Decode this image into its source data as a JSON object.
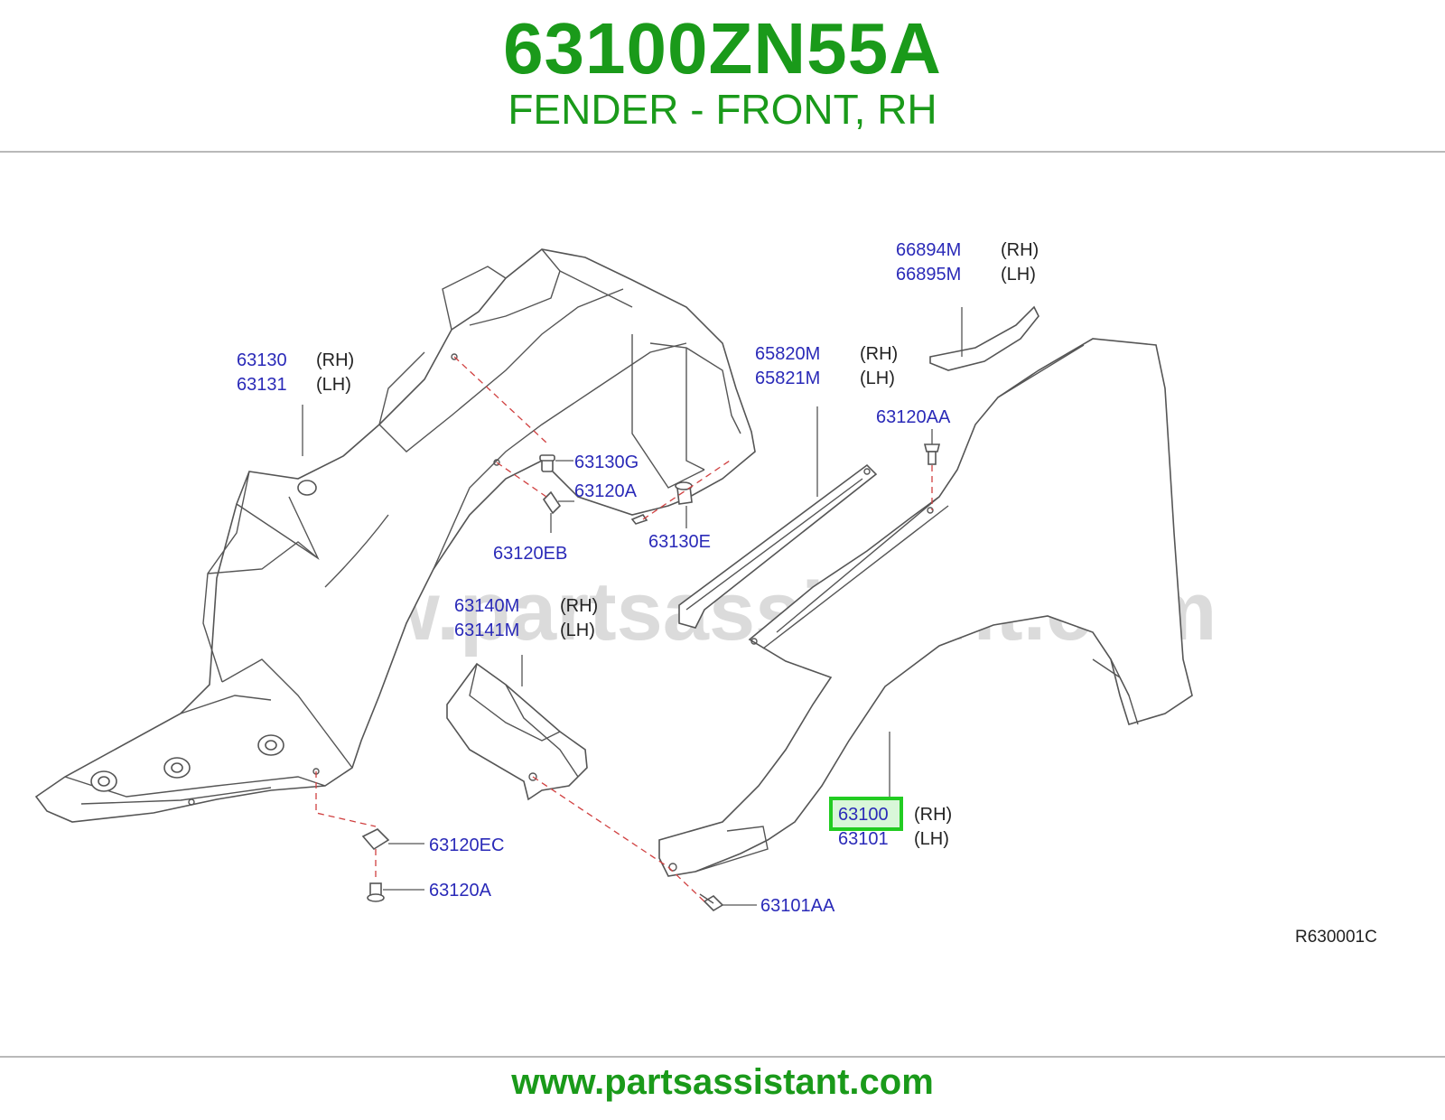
{
  "header": {
    "part_number": "63100ZN55A",
    "description": "FENDER - FRONT, RH"
  },
  "diagram": {
    "watermark": "www.partsassistant.com",
    "reference_code": "R630001C",
    "highlighted_part": "63100",
    "labels": {
      "p66894m": "66894M",
      "p66895m": "66895M",
      "p65820m": "65820M",
      "p65821m": "65821M",
      "p63120aa": "63120AA",
      "p63130": "63130",
      "p63131": "63131",
      "p63130g": "63130G",
      "p63120a_top": "63120A",
      "p63120eb": "63120EB",
      "p63130e": "63130E",
      "p63140m": "63140M",
      "p63141m": "63141M",
      "p63100": "63100",
      "p63101": "63101",
      "p63120ec": "63120EC",
      "p63120a_bottom": "63120A",
      "p63101aa": "63101AA"
    },
    "sides": {
      "rh": "(RH)",
      "lh": "(LH)"
    }
  },
  "footer": {
    "url": "www.partsassistant.com"
  },
  "colors": {
    "brand_green": "#1a9a1a",
    "part_label_blue": "#2a2ab8",
    "highlight_green": "#22cc22",
    "dash_red": "#d04040"
  }
}
